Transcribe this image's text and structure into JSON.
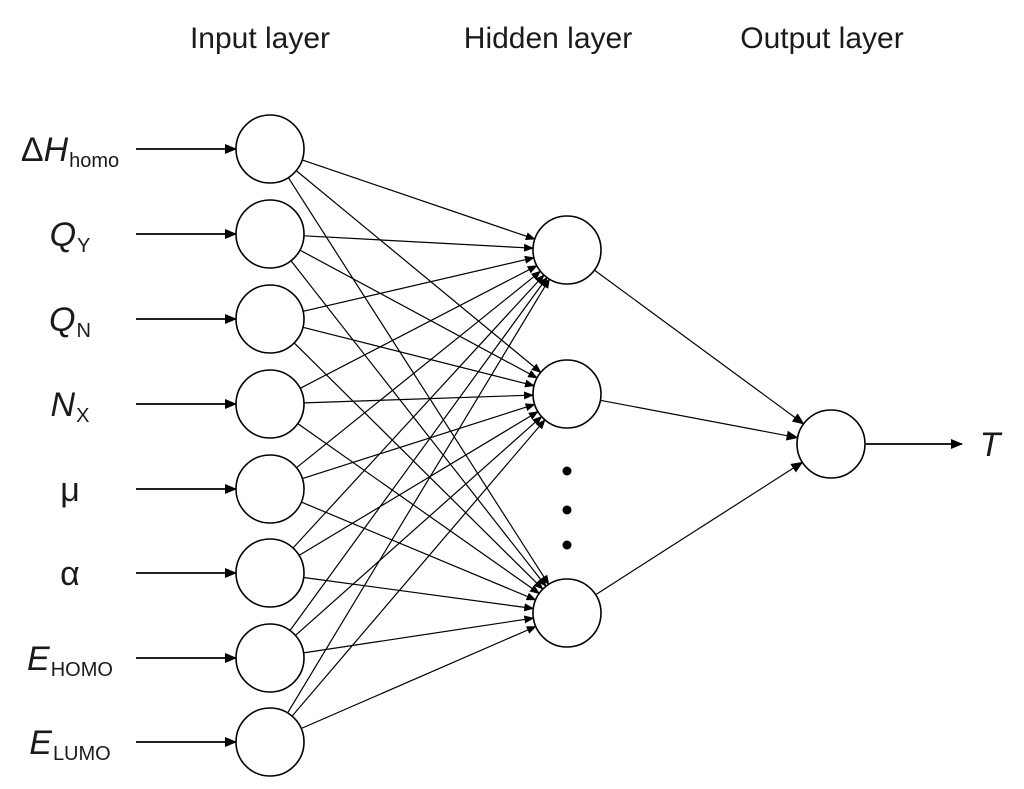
{
  "layers": {
    "input": "Input layer",
    "hidden": "Hidden layer",
    "output": "Output layer"
  },
  "inputs": [
    {
      "main": "ΔH",
      "italic": "partial",
      "sub": "homo"
    },
    {
      "main": "Q",
      "italic": "yes",
      "sub": "Y"
    },
    {
      "main": "Q",
      "italic": "yes",
      "sub": "N"
    },
    {
      "main": "N",
      "italic": "yes",
      "sub": "X"
    },
    {
      "main": "μ",
      "italic": "no",
      "sub": ""
    },
    {
      "main": "α",
      "italic": "no",
      "sub": ""
    },
    {
      "main": "E",
      "italic": "yes",
      "sub": "HOMO"
    },
    {
      "main": "E",
      "italic": "yes",
      "sub": "LUMO"
    }
  ],
  "hidden_visible_nodes": 3,
  "ellipsis": "⋮",
  "output": {
    "label": "T"
  }
}
